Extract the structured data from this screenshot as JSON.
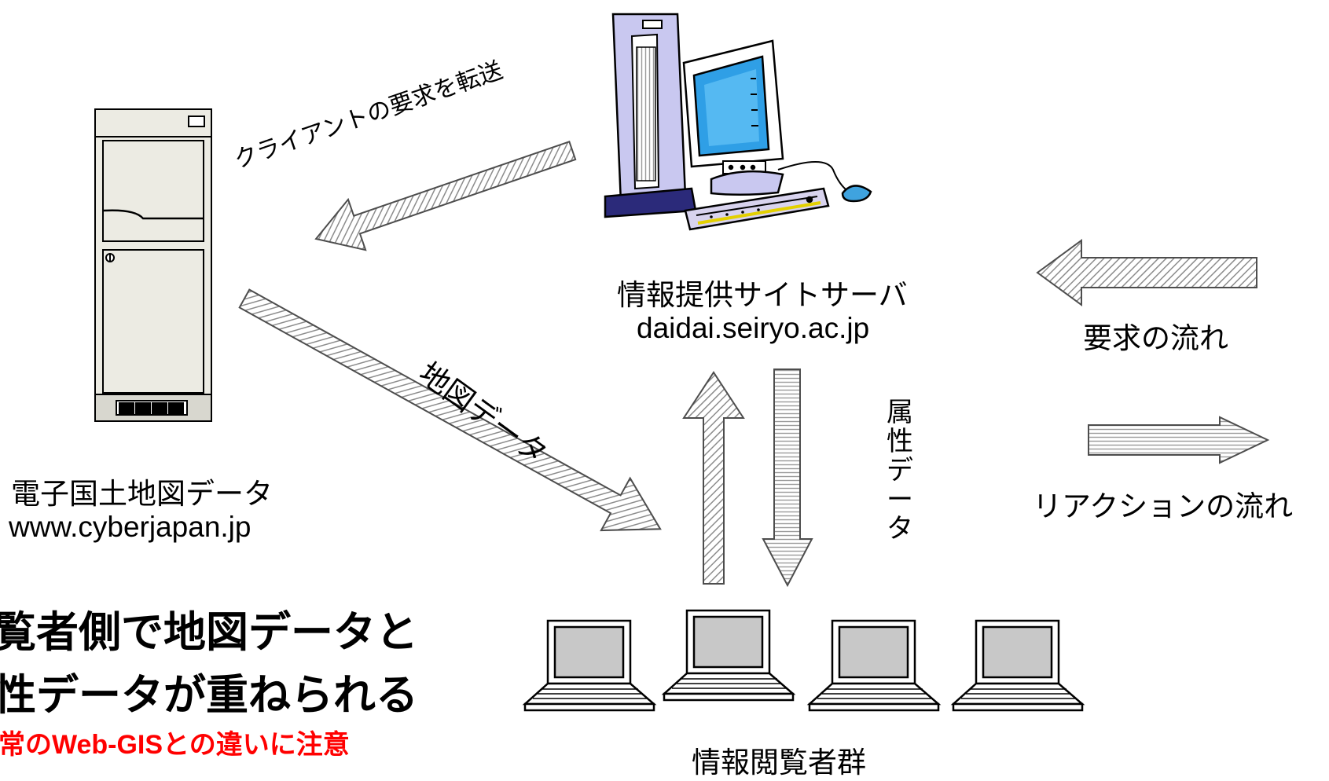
{
  "nodes": {
    "map_server": {
      "name": "電子国土地図データ",
      "host": "www.cyberjapan.jp",
      "icon": "server-cabinet-icon"
    },
    "info_server": {
      "name": "情報提供サイトサーバ",
      "host": "daidai.seiryo.ac.jp",
      "icon": "desktop-computer-icon"
    },
    "viewers": {
      "name": "情報閲覧者群",
      "icon": "laptop-icon",
      "count": 4
    }
  },
  "flows": {
    "forward_request": "クライアントの要求を転送",
    "map_data": "地図データ",
    "attribute_data": "属性データ"
  },
  "legend": {
    "request_flow": "要求の流れ",
    "reaction_flow": "リアクションの流れ"
  },
  "caption": {
    "line1": "覧者側で地図データと",
    "line2": "性データが重ねられる",
    "note": "常のWeb-GISとの違いに注意"
  },
  "colors": {
    "arrow_stroke": "#4d4d4d",
    "arrow_hatch": "#8c8c8c",
    "note_red": "#ff0000",
    "monitor_blue": "#2f9fe6",
    "tower_purple": "#c9c8f0",
    "mouse_blue": "#3fa3df"
  }
}
